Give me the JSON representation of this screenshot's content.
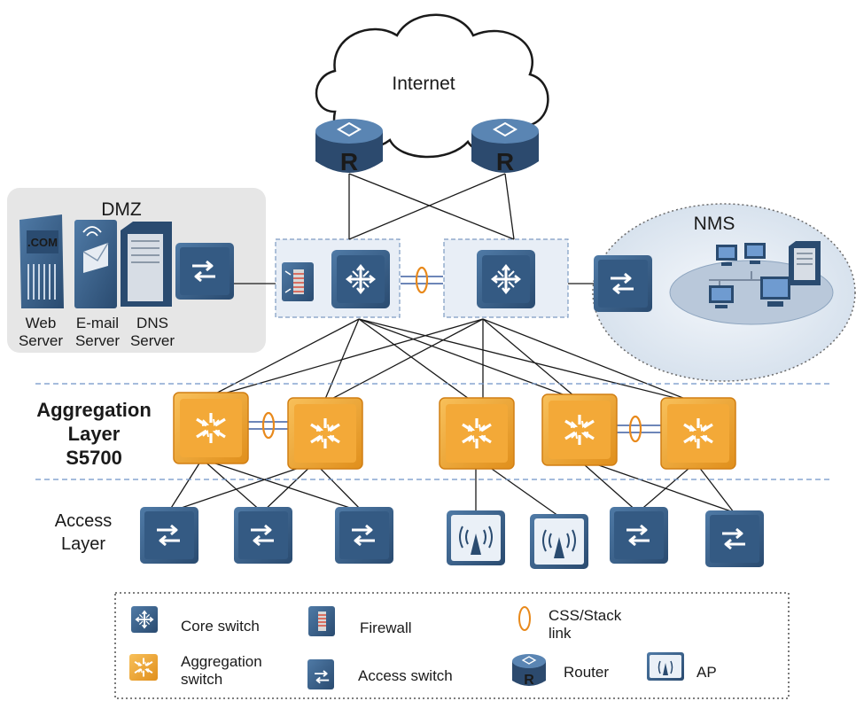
{
  "labels": {
    "internet": "Internet",
    "dmz": "DMZ",
    "nms": "NMS",
    "router_glyph": "R",
    "com_text": ".COM",
    "web_server": [
      "Web",
      "Server"
    ],
    "email_server": [
      "E-mail",
      "Server"
    ],
    "dns_server": [
      "DNS",
      "Server"
    ],
    "aggregation_layer": [
      "Aggregation",
      "Layer",
      "S5700"
    ],
    "access_layer": [
      "Access",
      "Layer"
    ]
  },
  "legend": {
    "core_switch": "Core switch",
    "firewall": "Firewall",
    "css_stack_link": [
      "CSS/Stack",
      "link"
    ],
    "aggregation_switch": [
      "Aggregation",
      "switch"
    ],
    "access_switch": "Access switch",
    "router": "Router",
    "ap": "AP"
  },
  "colors": {
    "device_blue": "#3a5f86",
    "device_blue_dark": "#243f5e",
    "aggregation_orange": "#f2a531",
    "css_link_orange": "#e8891b",
    "dashed_divider": "#6f95c8",
    "dmz_panel": "#e6e6e6",
    "nms_panel": "#dde6f0"
  },
  "icons": [
    "router-icon",
    "core-switch-icon",
    "firewall-icon",
    "aggregation-switch-icon",
    "access-switch-icon",
    "ap-icon",
    "web-server-icon",
    "email-server-icon",
    "dns-server-icon",
    "pc-icon",
    "server-icon"
  ]
}
